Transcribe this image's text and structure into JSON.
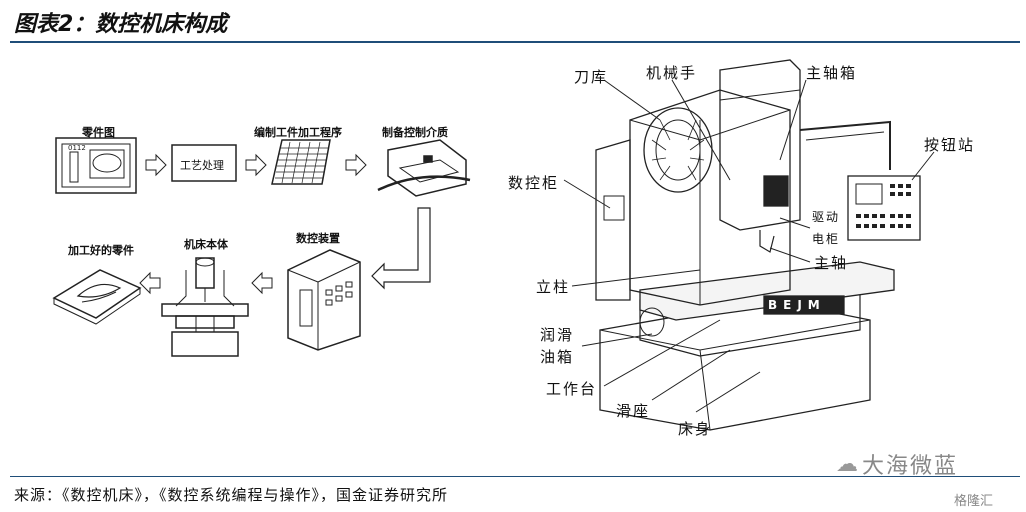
{
  "header": {
    "title": "图表2：数控机床构成"
  },
  "flow": {
    "part_drawing": "零件图",
    "part_drawing_code": "0112",
    "process": "工艺处理",
    "programming": "编制工件加工程序",
    "media": "制备控制介质",
    "nc_device": "数控装置",
    "machine_body": "机床本体",
    "finished_part": "加工好的零件"
  },
  "machine": {
    "tool_magazine": "刀库",
    "manipulator": "机械手",
    "spindle_box": "主轴箱",
    "button_station": "按钮站",
    "nc_cabinet": "数控柜",
    "drive_cabinet": "驱动电柜",
    "spindle": "主轴",
    "column": "立柱",
    "lube_tank": "润滑油箱",
    "worktable": "工作台",
    "slide": "滑座",
    "bed": "床身",
    "brand": "BEJM"
  },
  "footer": {
    "source": "来源：《数控机床》，《数控系统编程与操作》，国金证券研究所"
  },
  "watermark": {
    "name": "大海微蓝",
    "site": "格隆汇"
  }
}
